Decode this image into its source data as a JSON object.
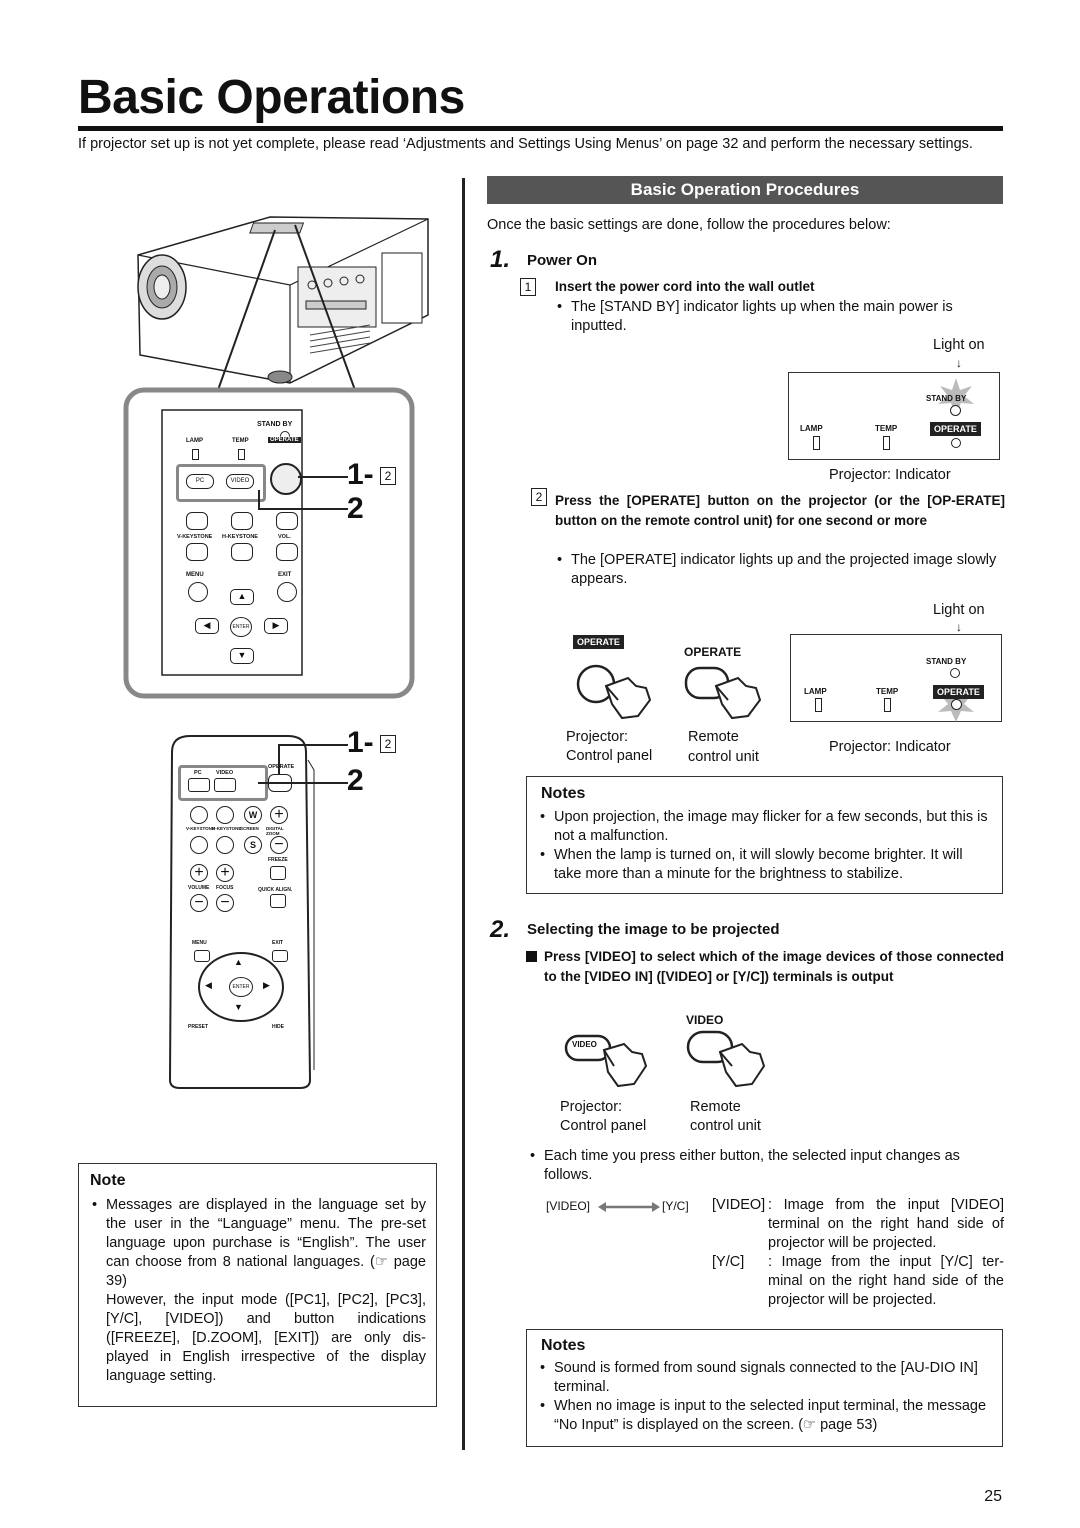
{
  "page": {
    "title": "Basic Operations",
    "intro": "If projector set up is not yet complete, please read ‘Adjustments and Settings Using Menus’ on page 32 and perform the necessary settings.",
    "page_number": "25"
  },
  "left": {
    "callouts": [
      "1-",
      "2",
      "1-",
      "2"
    ],
    "callout_box_nums": [
      "2",
      "2"
    ],
    "panel_labels": {
      "stand_by": "STAND BY",
      "lamp": "LAMP",
      "temp": "TEMP",
      "operate": "OPERATE",
      "pc": "PC",
      "video": "VIDEO",
      "vkeystone": "V-KEYSTONE",
      "hkeystone": "H-KEYSTONE",
      "vol": "VOL.",
      "menu": "MENU",
      "exit": "EXIT",
      "enter": "ENTER"
    },
    "remote_labels": {
      "operate": "OPERATE",
      "pc": "PC",
      "video": "VIDEO",
      "vkeystone": "V-KEYSTONE",
      "hkeystone": "H-KEYSTONE",
      "screen": "SCREEN",
      "digital_zoom": "DIGITAL ZOOM",
      "freeze": "FREEZE",
      "volume": "VOLUME",
      "focus": "FOCUS",
      "quick_align": "QUICK ALIGN.",
      "menu": "MENU",
      "exit": "EXIT",
      "enter": "ENTER",
      "preset": "PRESET",
      "hide": "HIDE",
      "w": "W",
      "s": "S"
    },
    "note": {
      "heading": "Note",
      "text1": "Messages are displayed in the language set by the user in the “Language” menu. The pre-set language upon purchase is “English”. The user can choose from 8 national languages. (☞ page 39)",
      "text2": "However, the input mode ([PC1], [PC2], [PC3], [Y/C], [VIDEO]) and button indications ([FREEZE], [D.ZOOM], [EXIT]) are only dis-played in English irrespective of the display language setting."
    }
  },
  "right": {
    "section_title": "Basic Operation Procedures",
    "lead": "Once the basic settings are done, follow the procedures below:",
    "step1": {
      "num": "1.",
      "title": "Power On",
      "sub1_num": "1",
      "sub1_title": "Insert the power cord into the wall outlet",
      "sub1_bullet": "The [STAND BY] indicator lights up when the main power is inputted.",
      "light_on": "Light on",
      "indicator_caption": "Projector: Indicator",
      "sub2_num": "2",
      "sub2_title": "Press the [OPERATE] button on the projector (or the [OP-ERATE] button on the remote control unit) for one second or more",
      "sub2_bullet": "The [OPERATE] indicator lights up and the projected image slowly appears.",
      "light_on2": "Light on",
      "operate_label": "OPERATE",
      "operate_badge": "OPERATE",
      "proj_caption1": "Projector:",
      "proj_caption2": "Control panel",
      "remote_caption1": "Remote",
      "remote_caption2": "control unit",
      "indicator_caption2": "Projector: Indicator",
      "stand_by": "STAND BY",
      "lamp": "LAMP",
      "temp": "TEMP",
      "operate": "OPERATE"
    },
    "notes1": {
      "heading": "Notes",
      "items": [
        "Upon projection, the image may flicker for a few seconds, but this is not a malfunction.",
        "When the lamp is turned on, it will slowly become brighter. It will take more than a minute for the brightness to stabilize."
      ]
    },
    "step2": {
      "num": "2.",
      "title": "Selecting the image to be projected",
      "instruction": "Press [VIDEO] to select which of the image devices of those connected to the [VIDEO IN] ([VIDEO] or [Y/C]) terminals is output",
      "video_label": "VIDEO",
      "video_badge": "VIDEO",
      "proj_caption1": "Projector:",
      "proj_caption2": "Control panel",
      "remote_caption1": "Remote",
      "remote_caption2": "control unit",
      "bullet": "Each time you press either button, the selected input changes as follows.",
      "cycle_a": "[VIDEO]",
      "cycle_b": "[Y/C]",
      "def1_term": "[VIDEO]",
      "def1_text": ": Image from the input [VIDEO] terminal on the right hand side of projector will be projected.",
      "def2_term": "[Y/C]",
      "def2_text": ": Image from the input [Y/C] ter-minal on the right hand side of the projector will be projected."
    },
    "notes2": {
      "heading": "Notes",
      "items": [
        "Sound is formed from sound signals connected to the [AU-DIO IN] terminal.",
        "When no image is input to the selected input terminal, the message “No Input” is displayed on the screen. (☞ page 53)"
      ]
    }
  }
}
